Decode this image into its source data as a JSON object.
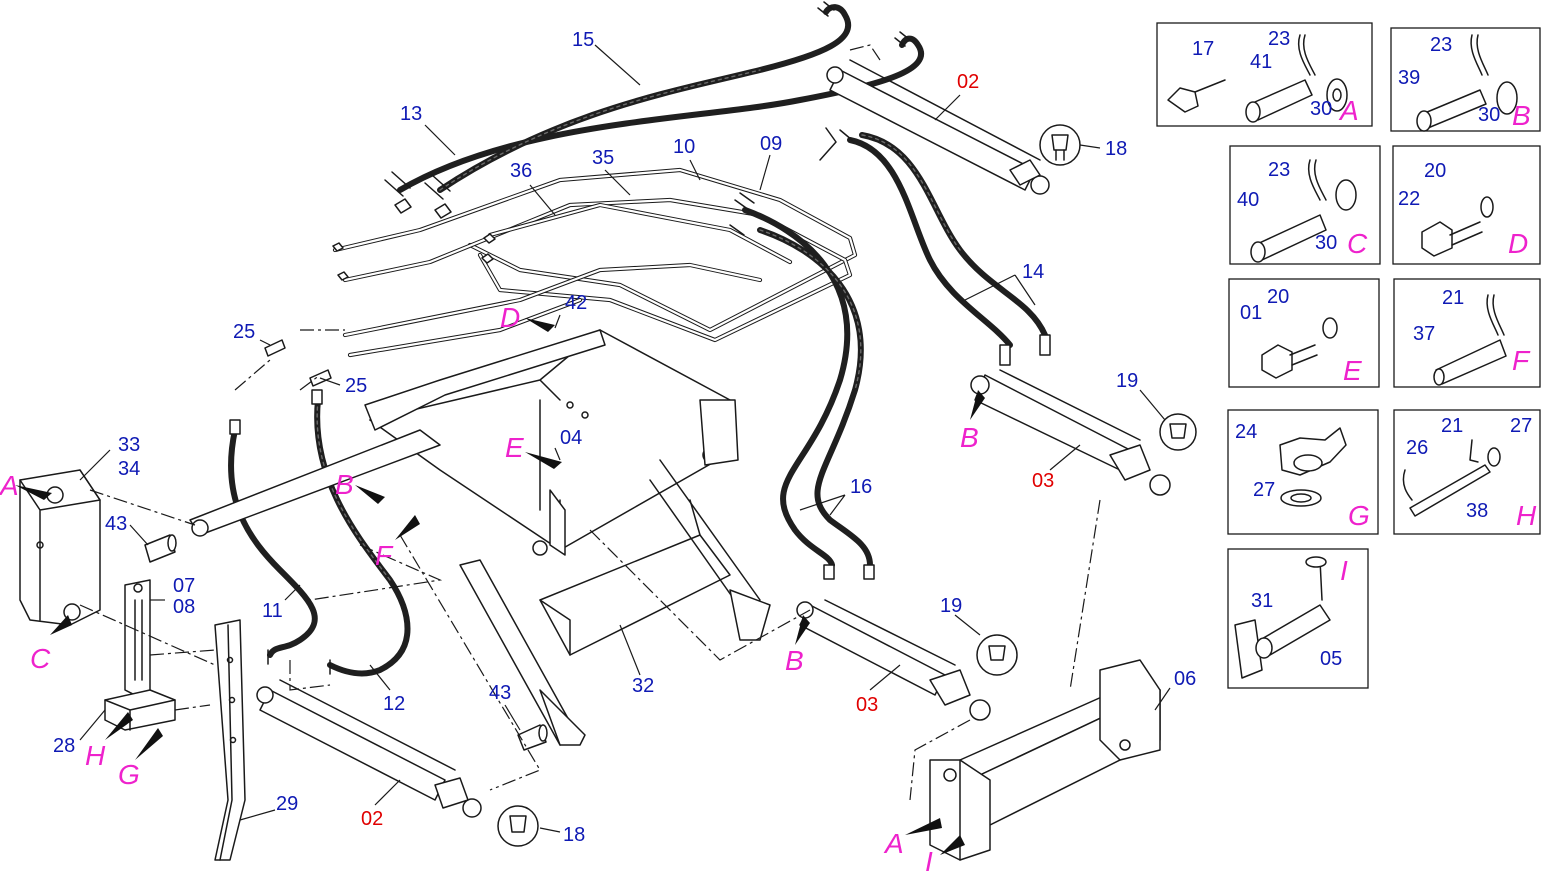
{
  "colors": {
    "label_blue": "#0f1ab4",
    "label_red": "#e00000",
    "label_magenta": "#ee22cc",
    "line": "#1a1a1a"
  },
  "labels": {
    "p15": "15",
    "p13": "13",
    "p36": "36",
    "p35": "35",
    "p10": "10",
    "p09": "09",
    "p02_top": "02",
    "p18_top": "18",
    "p14": "14",
    "p19_right": "19",
    "p03_right": "03",
    "p25_a": "25",
    "p25_b": "25",
    "p42": "42",
    "p04": "04",
    "p33": "33",
    "p34": "34",
    "p43_left": "43",
    "p07": "07",
    "p08": "08",
    "p11": "11",
    "p12": "12",
    "p16": "16",
    "p19_mid": "19",
    "p03_mid": "03",
    "p32": "32",
    "p43_mid": "43",
    "p02_bottom": "02",
    "p18_bottom": "18",
    "p28": "28",
    "p29": "29",
    "p06": "06"
  },
  "letters": {
    "A_left": "A",
    "B_mid": "B",
    "B_right": "B",
    "B_low": "B",
    "C_left": "C",
    "D_mid": "D",
    "E_mid": "E",
    "F_mid": "F",
    "H_left": "H",
    "G_left": "G",
    "A_bottom": "A",
    "I_bottom": "I"
  },
  "detail_boxes": {
    "A": {
      "letter": "A",
      "parts": [
        "17",
        "23",
        "41",
        "30"
      ]
    },
    "B": {
      "letter": "B",
      "parts": [
        "23",
        "39",
        "30"
      ]
    },
    "C": {
      "letter": "C",
      "parts": [
        "23",
        "40",
        "30"
      ]
    },
    "D": {
      "letter": "D",
      "parts": [
        "20",
        "22"
      ]
    },
    "E": {
      "letter": "E",
      "parts": [
        "01",
        "20"
      ]
    },
    "F": {
      "letter": "F",
      "parts": [
        "21",
        "37"
      ]
    },
    "G": {
      "letter": "G",
      "parts": [
        "24",
        "27"
      ]
    },
    "H": {
      "letter": "H",
      "parts": [
        "21",
        "27",
        "26",
        "38"
      ]
    },
    "I": {
      "letter": "I",
      "parts": [
        "31",
        "05"
      ]
    }
  }
}
